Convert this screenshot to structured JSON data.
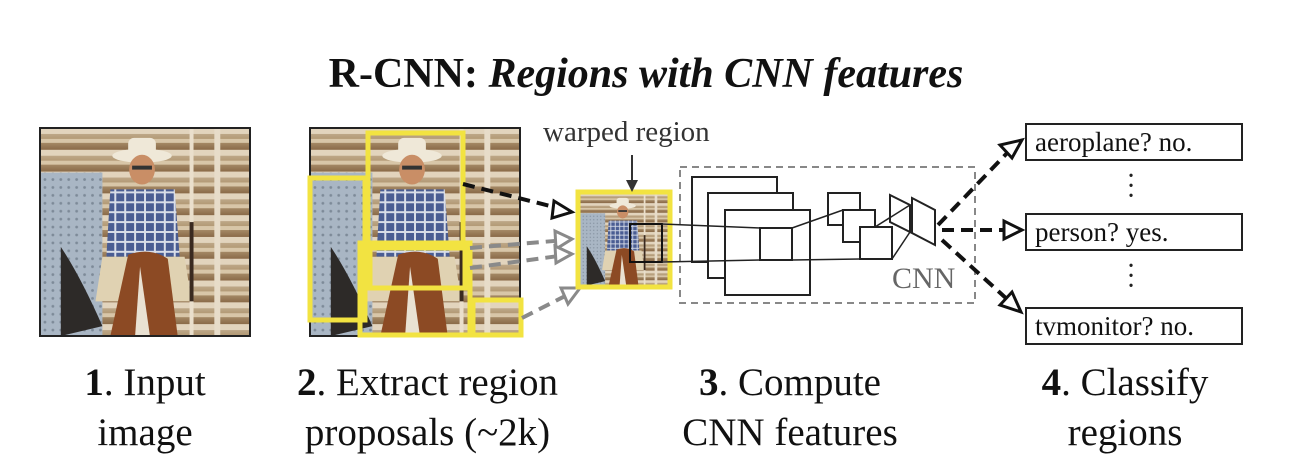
{
  "title": {
    "prefix": "R-CNN: ",
    "italic": "Regions with CNN features"
  },
  "labels": {
    "warped_region": "warped region",
    "cnn": "CNN"
  },
  "classifications": [
    {
      "text": "aeroplane? no."
    },
    {
      "text": "person? yes."
    },
    {
      "text": "tvmonitor? no."
    }
  ],
  "captions": [
    {
      "num": "1",
      "line1": ". Input",
      "line2": "image"
    },
    {
      "num": "2",
      "line1": ". Extract region",
      "line2": "proposals (~2k)"
    },
    {
      "num": "3",
      "line1": ". Compute",
      "line2": "CNN features"
    },
    {
      "num": "4",
      "line1": ". Classify",
      "line2": "regions"
    }
  ],
  "colors": {
    "proposal_box": "#f2e341",
    "arrow_black": "#111111",
    "arrow_gray": "#8a8a8a",
    "cnn_dashed_border": "#888888"
  }
}
